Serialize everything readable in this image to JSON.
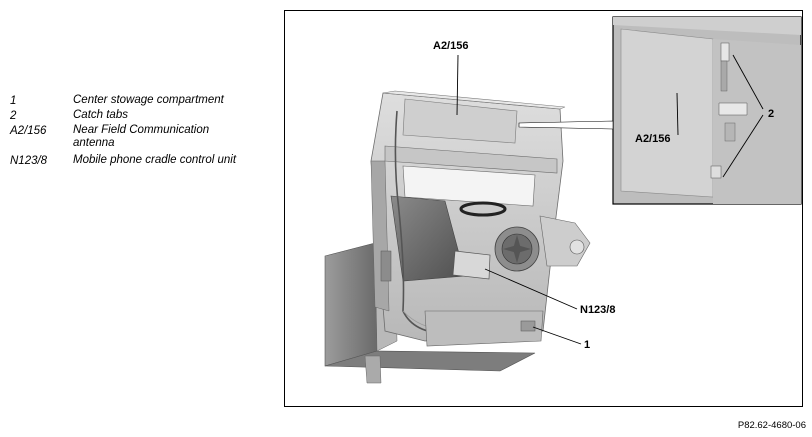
{
  "legend": [
    {
      "key": "1",
      "text": "Center stowage compartment"
    },
    {
      "key": "2",
      "text": "Catch tabs"
    },
    {
      "key": "A2/156",
      "text": "Near Field Communication antenna"
    },
    {
      "key": "N123/8",
      "text": "Mobile phone cradle control unit"
    }
  ],
  "callouts": {
    "a2_main": "A2/156",
    "a2_inset": "A2/156",
    "tabs": "2",
    "n123": "N123/8",
    "compartment": "1"
  },
  "figure_id": "P82.62-4680-06"
}
